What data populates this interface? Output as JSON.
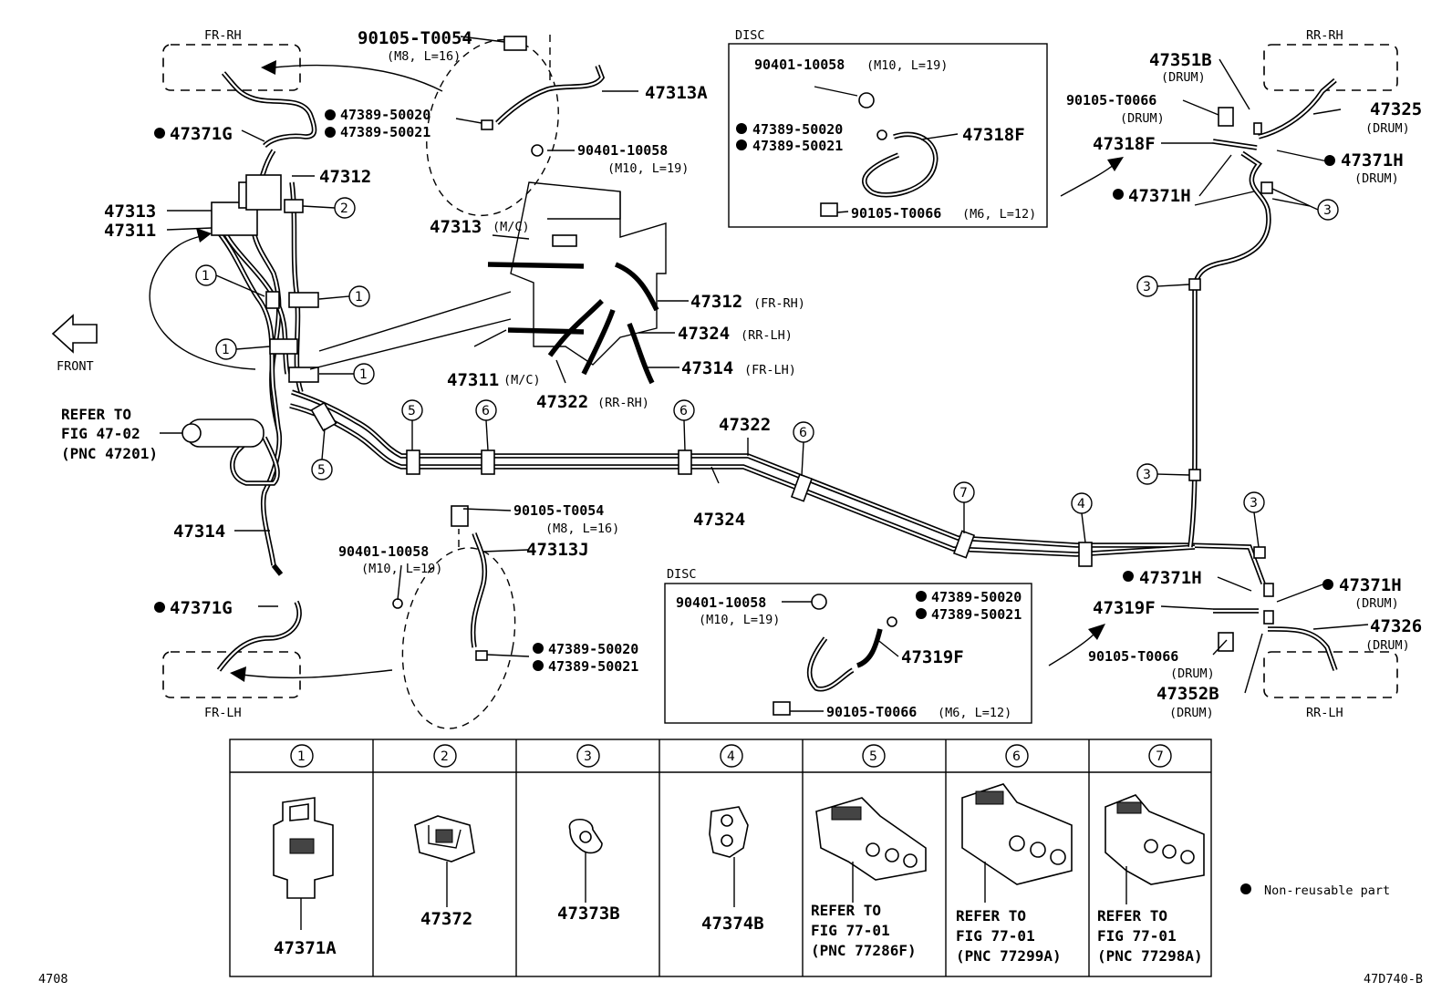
{
  "regions": {
    "fr_rh": "FR-RH",
    "rr_rh": "RR-RH",
    "fr_lh": "FR-LH",
    "rr_lh": "RR-LH",
    "front": "FRONT"
  },
  "disc": {
    "top": "DISC",
    "bottom": "DISC"
  },
  "refer_main": {
    "l1": "REFER TO",
    "l2": "FIG 47-02",
    "l3": "(PNC 47201)"
  },
  "labels": {
    "p90105_t0054_top": "90105-T0054",
    "p90105_t0054_top_sub": "(M8, L=16)",
    "p47313a": "47313A",
    "p47389_50020_a": "47389-50020",
    "p47389_50021_a": "47389-50021",
    "p47371g_top": "47371G",
    "p90401_top": "90401-10058",
    "p90401_top_sub": "(M10, L=19)",
    "p47312": "47312",
    "p47313": "47313",
    "p47311": "47311",
    "p47313mc": "47313",
    "p47313mc_sub": "(M/C)",
    "p47312frrh": "47312",
    "p47312frrh_sub": "(FR-RH)",
    "p47324rrlh": "47324",
    "p47324rrlh_sub": "(RR-LH)",
    "p47314frlh": "47314",
    "p47314frlh_sub": "(FR-LH)",
    "p47311mc": "47311",
    "p47311mc_sub": "(M/C)",
    "p47322rrrh": "47322",
    "p47322rrrh_sub": "(RR-RH)",
    "p47322": "47322",
    "p47324": "47324",
    "p47314": "47314",
    "p90105_t0054_mid": "90105-T0054",
    "p90105_t0054_mid_sub": "(M8, L=16)",
    "p47313j": "47313J",
    "p90401_mid": "90401-10058",
    "p90401_mid_sub": "(M10, L=19)",
    "p47371g_bot": "47371G",
    "p47389_50020_b": "47389-50020",
    "p47389_50021_b": "47389-50021",
    "d1_90401": "90401-10058",
    "d1_90401_sub": "(M10, L=19)",
    "d1_47389_50020": "47389-50020",
    "d1_47389_50021": "47389-50021",
    "d1_47318f": "47318F",
    "d1_90105": "90105-T0066",
    "d1_90105_sub": "(M6, L=12)",
    "r_47351b": "47351B",
    "r_47351b_sub": "(DRUM)",
    "r_90105_t": "90105-T0066",
    "r_90105_t_sub": "(DRUM)",
    "r_47325": "47325",
    "r_47325_sub": "(DRUM)",
    "r_47318f": "47318F",
    "r_47371h_1": "47371H",
    "r_47371h_1_sub": "(DRUM)",
    "r_47371h_2": "47371H",
    "d2_90401": "90401-10058",
    "d2_90401_sub": "(M10, L=19)",
    "d2_47389_50020": "47389-50020",
    "d2_47389_50021": "47389-50021",
    "d2_47319f": "47319F",
    "d2_90105": "90105-T0066",
    "d2_90105_sub": "(M6, L=12)",
    "r_47371h_3": "47371H",
    "r_47371h_4": "47371H",
    "r_47371h_4_sub": "(DRUM)",
    "r_47319f": "47319F",
    "r_47326": "47326",
    "r_47326_sub": "(DRUM)",
    "r_90105_b": "90105-T0066",
    "r_90105_b_sub": "(DRUM)",
    "r_47352b": "47352B",
    "r_47352b_sub": "(DRUM)"
  },
  "clamp_table": [
    {
      "num": "1",
      "parts": [
        "47371A"
      ]
    },
    {
      "num": "2",
      "parts": [
        "47372"
      ]
    },
    {
      "num": "3",
      "parts": [
        "47373B"
      ]
    },
    {
      "num": "4",
      "parts": [
        "47374B"
      ]
    },
    {
      "num": "5",
      "parts": [
        "REFER TO",
        "FIG 77-01",
        "(PNC 77286F)"
      ]
    },
    {
      "num": "6",
      "parts": [
        "REFER TO",
        "FIG 77-01",
        "(PNC 77299A)"
      ]
    },
    {
      "num": "7",
      "parts": [
        "REFER TO",
        "FIG 77-01",
        "(PNC 77298A)"
      ]
    }
  ],
  "legend": {
    "text": "Non-reusable part"
  },
  "footer": {
    "left": "4708",
    "right": "47D740-B"
  }
}
